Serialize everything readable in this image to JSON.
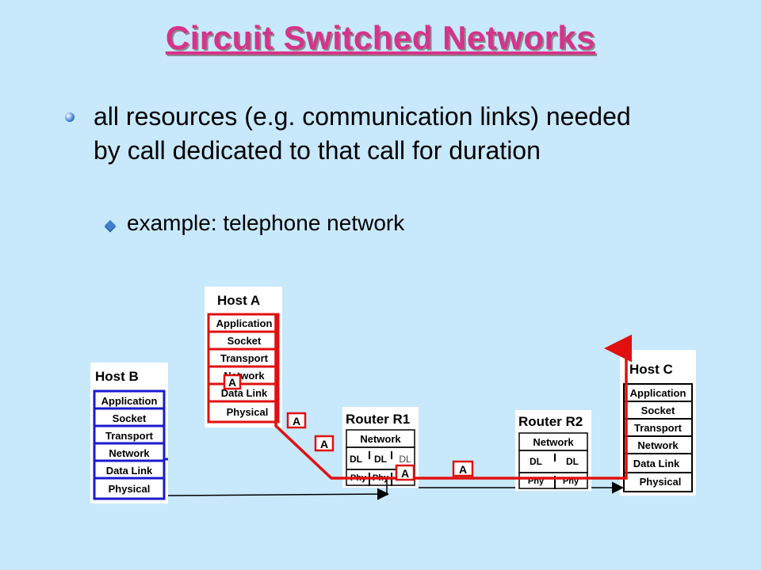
{
  "slide": {
    "title": "Circuit Switched Networks",
    "bullet_main": "all resources (e.g. communication links) needed by call dedicated to that call for duration",
    "bullet_sub": "example: telephone network"
  },
  "diagram": {
    "host_a": {
      "title": "Host A",
      "layers": [
        "Application",
        "Socket",
        "Transport",
        "Network",
        "Data Link",
        "Physical"
      ]
    },
    "host_b": {
      "title": "Host B",
      "layers": [
        "Application",
        "Socket",
        "Transport",
        "Network",
        "Data Link",
        "Physical"
      ]
    },
    "host_c": {
      "title": "Host C",
      "layers": [
        "Application",
        "Socket",
        "Transport",
        "Network",
        "Data Link",
        "Physical"
      ]
    },
    "router_r1": {
      "title": "Router R1",
      "network": "Network",
      "dl": [
        "DL",
        "DL",
        "DL"
      ],
      "phy": [
        "Phy",
        "Phy"
      ]
    },
    "router_r2": {
      "title": "Router R2",
      "network": "Network",
      "dl": [
        "DL",
        "DL"
      ],
      "phy": [
        "Phy",
        "Phy"
      ]
    },
    "packet_label": "A",
    "colors": {
      "path_red": "#e01010",
      "path_blue": "#1a1ad0",
      "box_bg": "#ffffff"
    }
  }
}
